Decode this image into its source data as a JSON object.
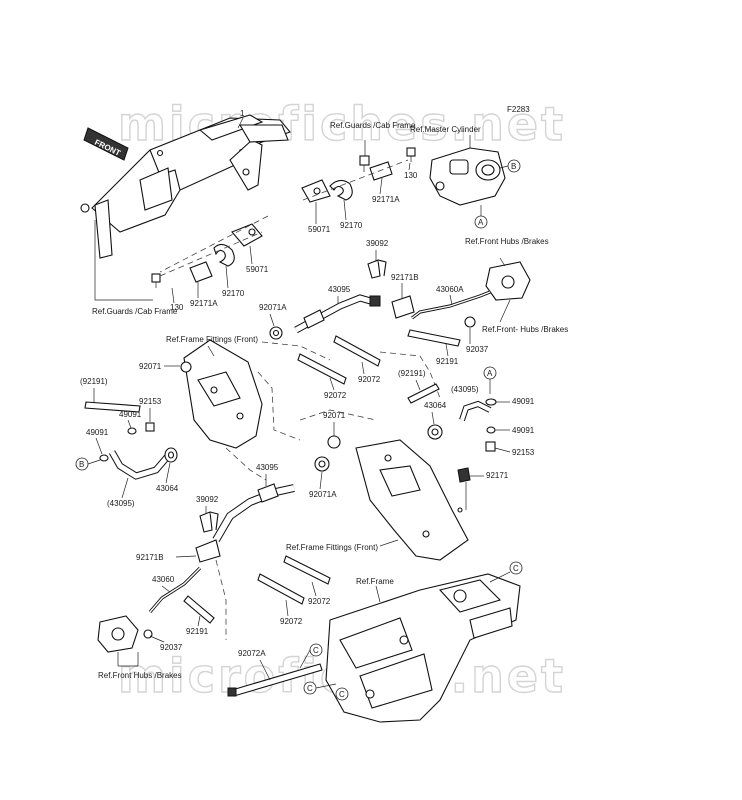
{
  "diagram_id": "F2283",
  "watermark": "microfiches.net",
  "front_tag": "FRONT",
  "refs": {
    "guards_cab_frame_a": "Ref.Guards /Cab Frame",
    "master_cylinder": "Ref.Master Cylinder",
    "front_hubs_brakes_a": "Ref.Front Hubs /Brakes",
    "guards_cab_frame_b": "Ref.Guards /Cab Frame",
    "front_hubs_brakes_b": "Ref.Front- Hubs /Brakes",
    "frame_fittings_a": "Ref.Frame Fittings (Front)",
    "frame_fittings_b": "Ref.Frame Fittings (Front)",
    "frame": "Ref.Frame",
    "front_hubs_brakes_c": "Ref.Front Hubs /Brakes"
  },
  "callouts": {
    "a": "A",
    "b": "B",
    "c": "C",
    "one": "1"
  },
  "parts": {
    "p130a": "130",
    "p59071a": "59071",
    "p92170a": "92170",
    "p92171a_a": "92171A",
    "p130b": "130",
    "p92171a_b": "92171A",
    "p92170b": "92170",
    "p59071b": "59071",
    "p39092a": "39092",
    "p92171b_a": "92171B",
    "p43060a": "43060A",
    "p43095a": "43095",
    "p92071a_a": "92071A",
    "p92037a": "92037",
    "p92191a": "92191",
    "p92071a": "92071",
    "p92072a": "92072",
    "p92072b": "92072",
    "p92191b": "(92191)",
    "p43095b": "(43095)",
    "p92191c": "(92191)",
    "p92153a": "92153",
    "p49091a": "49091",
    "p49091b": "49091",
    "p43064a": "43064",
    "p43095c": "(43095)",
    "p49091c": "49091",
    "p43064b": "43064",
    "p49091d": "49091",
    "p92153b": "92153",
    "p92171": "92171",
    "p92071b": "92071",
    "p92071a_b": "92071A",
    "p43095d": "43095",
    "p39092b": "39092",
    "p92171b_b": "92171B",
    "p43060": "43060",
    "p92191d": "92191",
    "p92037b": "92037",
    "p92072c": "92072",
    "p92072d": "92072",
    "p92072a_long": "92072A"
  }
}
